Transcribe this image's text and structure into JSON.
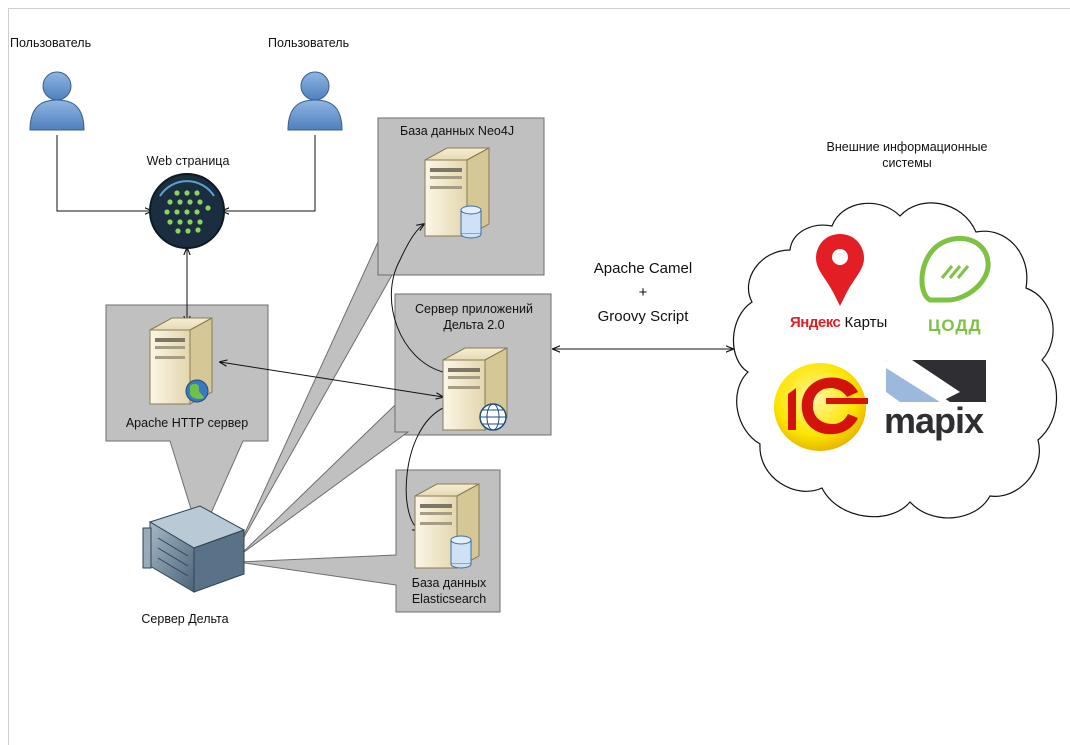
{
  "nodes": {
    "user_left": "Пользователь",
    "user_right": "Пользователь",
    "web_page": "Web страница",
    "neo4j": "База данных Neo4J",
    "app_server_line1": "Сервер приложений",
    "app_server_line2": "Дельта 2.0",
    "apache_http": "Apache HTTP сервер",
    "elastic_line1": "База данных",
    "elastic_line2": "Elasticsearch",
    "delta_server": "Сервер Дельта"
  },
  "integration": {
    "line1": "Apache Camel",
    "line2": "+",
    "line3": "Groovy Script"
  },
  "external": {
    "title_line1": "Внешние информационные",
    "title_line2": "системы",
    "yandex": "Яндекс Карты",
    "yandex_bold": "Яндекс",
    "yandex_rest": " Карты",
    "codd": "ЦОДД",
    "onec": "1С",
    "mapix": "mapix"
  },
  "colors": {
    "panel": "#bfbfbf",
    "panel_border": "#6e6e6e",
    "server_body": "#efe6c8",
    "user_blue": "#6d9bd0",
    "globe_dark": "#1a2e3f",
    "globe_dots": "#8bd45b",
    "codd_green": "#7dc242",
    "yandex_red": "#e31e24",
    "onec_yellow": "#fde500",
    "onec_red": "#d4120c",
    "mapix_dark": "#2f2f33",
    "mapix_blue": "#9cb8dd"
  }
}
